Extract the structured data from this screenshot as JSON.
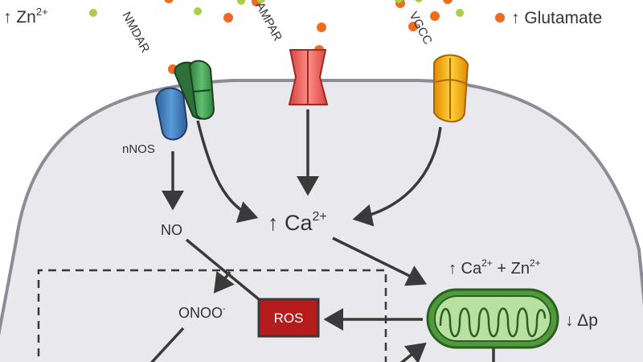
{
  "legend": {
    "zinc": "↑ Zn",
    "zinc_sup": "2+",
    "glutamate": "↑ Glutamate"
  },
  "receptors": {
    "nmdar": "NMDAR",
    "ampar": "AMPAR",
    "vgcc": "VGCC",
    "nnos": "nNOS"
  },
  "species": {
    "no": "NO",
    "calcium_prefix": "↑ Ca",
    "calcium_sup": "2+",
    "onoo": "ONOO",
    "onoo_sup": "-",
    "ros": "ROS",
    "mito_ions_a": "↑ Ca",
    "mito_ions_a_sup": "2+",
    "mito_ions_b": " + Zn",
    "mito_ions_b_sup": "2+",
    "membrane_potential": "↓ Δp"
  },
  "colors": {
    "cell_fill": "#e8e8ed",
    "cell_stroke": "#8c8c96",
    "glutamate": "#ee6b22",
    "zinc": "#a9cf4a",
    "nmdar": "#3e9a52",
    "nnos": "#3f7fc0",
    "ampar": "#e85a55",
    "vgcc": "#f3a515",
    "ros": "#b71c1c",
    "mito": "#7cc15a"
  }
}
